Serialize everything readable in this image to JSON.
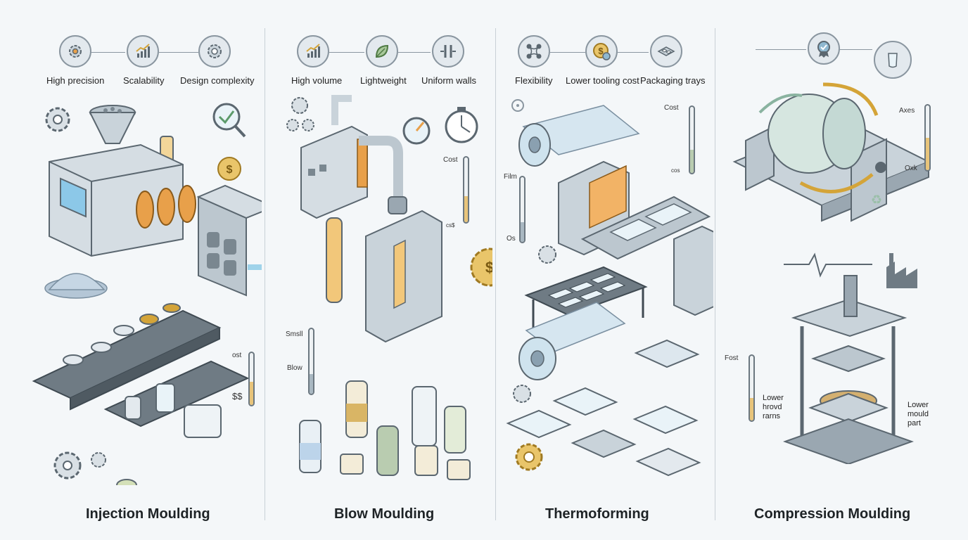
{
  "colors": {
    "outline": "#5b6770",
    "metal": "#c9d3da",
    "metal_dark": "#9aa7b1",
    "accent_orange": "#e8a04a",
    "accent_gold": "#d4a438",
    "glass": "#cfe3ee",
    "screen": "#8cc8e8"
  },
  "panels": [
    {
      "title": "Injection Moulding",
      "badges": [
        {
          "icon": "gear-icon",
          "label": "High precision"
        },
        {
          "icon": "growth-chart-icon",
          "label": "Scalability"
        },
        {
          "icon": "gear-icon",
          "label": "Design complexity"
        }
      ],
      "gauge": {
        "label": "ost",
        "sub": "$$",
        "level": 0.45
      }
    },
    {
      "title": "Blow Moulding",
      "badges": [
        {
          "icon": "growth-chart-icon",
          "label": "High volume"
        },
        {
          "icon": "leaf-icon",
          "label": "Lightweight"
        },
        {
          "icon": "walls-icon",
          "label": "Uniform walls"
        }
      ],
      "gauge_side": {
        "label": "Cost",
        "sub": "cs$",
        "level": 0.4
      },
      "gauge_main": {
        "top_label": "Smsll",
        "bottom_label": "Blow",
        "level": 0.3
      }
    },
    {
      "title": "Thermoforming",
      "badges": [
        {
          "icon": "network-icon",
          "label": "Flexibility"
        },
        {
          "icon": "coin-icon",
          "label": "Lower tooling cost"
        },
        {
          "icon": "tray-icon",
          "label": "Packaging trays"
        }
      ],
      "gauge_cost": {
        "label": "Cost",
        "sub": "cos",
        "level": 0.35
      },
      "gauge_film": {
        "label": "Film",
        "sub": "Os",
        "level": 0.3
      }
    },
    {
      "title": "Compression Moulding",
      "badges": [
        {
          "icon": "badge-check-icon",
          "label": ""
        },
        {
          "icon": "beaker-icon",
          "label": ""
        }
      ],
      "gauge_axes": {
        "label": "Axes",
        "sub": "Oxk",
        "level": 0.5
      },
      "gauge_fost": {
        "label": "Fost",
        "level": 0.35
      },
      "note_left": "Lower\nhrovd\nrarns",
      "note_right": "Lower\nmould\npart"
    }
  ]
}
